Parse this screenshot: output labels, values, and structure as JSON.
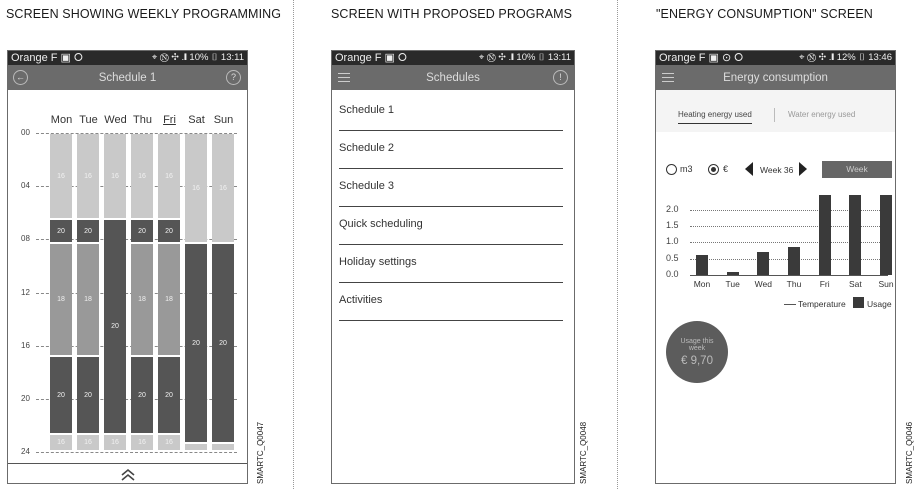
{
  "headings": {
    "left": "SCREEN SHOWING WEEKLY PROGRAMMING",
    "middle": "SCREEN WITH PROPOSED PROGRAMS",
    "right": "\"ENERGY CONSUMPTION\" SCREEN"
  },
  "codes": {
    "left": "SMARTC_Q0047",
    "middle": "SMARTC_Q0048",
    "right": "SMARTC_Q0046"
  },
  "phone1": {
    "status_left": "Orange F ▣ ⭘",
    "status_right": "⌖ Ⓝ ✣ .❙ 10% ▯ 13:11",
    "title": "Schedule 1",
    "back_glyph": "←",
    "help_glyph": "?",
    "days": [
      "Mon",
      "Tue",
      "Wed",
      "Thu",
      "Fri",
      "Sat",
      "Sun"
    ],
    "selected_day": "Fri",
    "hours": [
      "00",
      "04",
      "08",
      "12",
      "16",
      "20",
      "24"
    ],
    "footer_glyph": "⌃",
    "schedule": [
      [
        {
          "start": 0,
          "end": 6.5,
          "t": "16"
        },
        {
          "start": 6.5,
          "end": 8.3,
          "t": "20"
        },
        {
          "start": 8.3,
          "end": 16.8,
          "t": "18"
        },
        {
          "start": 16.8,
          "end": 22.6,
          "t": "20"
        },
        {
          "start": 22.6,
          "end": 23.9,
          "t": "16"
        }
      ],
      [
        {
          "start": 0,
          "end": 6.5,
          "t": "16"
        },
        {
          "start": 6.5,
          "end": 8.3,
          "t": "20"
        },
        {
          "start": 8.3,
          "end": 16.8,
          "t": "18"
        },
        {
          "start": 16.8,
          "end": 22.6,
          "t": "20"
        },
        {
          "start": 22.6,
          "end": 23.9,
          "t": "16"
        }
      ],
      [
        {
          "start": 0,
          "end": 6.5,
          "t": "16"
        },
        {
          "start": 6.5,
          "end": 22.6,
          "t": "20"
        },
        {
          "start": 22.6,
          "end": 23.9,
          "t": "16"
        }
      ],
      [
        {
          "start": 0,
          "end": 6.5,
          "t": "16"
        },
        {
          "start": 6.5,
          "end": 8.3,
          "t": "20"
        },
        {
          "start": 8.3,
          "end": 16.8,
          "t": "18"
        },
        {
          "start": 16.8,
          "end": 22.6,
          "t": "20"
        },
        {
          "start": 22.6,
          "end": 23.9,
          "t": "16"
        }
      ],
      [
        {
          "start": 0,
          "end": 6.5,
          "t": "16"
        },
        {
          "start": 6.5,
          "end": 8.3,
          "t": "20"
        },
        {
          "start": 8.3,
          "end": 16.8,
          "t": "18"
        },
        {
          "start": 16.8,
          "end": 22.6,
          "t": "20"
        },
        {
          "start": 22.6,
          "end": 23.9,
          "t": "16"
        }
      ],
      [
        {
          "start": 0,
          "end": 8.3,
          "t": "16"
        },
        {
          "start": 8.3,
          "end": 23.3,
          "t": "20"
        },
        {
          "start": 23.3,
          "end": 23.9,
          "t": "16"
        }
      ],
      [
        {
          "start": 0,
          "end": 8.3,
          "t": "16"
        },
        {
          "start": 8.3,
          "end": 23.3,
          "t": "20"
        },
        {
          "start": 23.3,
          "end": 23.9,
          "t": "16"
        }
      ]
    ]
  },
  "phone2": {
    "status_left": "Orange F ▣ ⭘",
    "status_right": "⌖ Ⓝ ✣ .❙ 10% ▯ 13:11",
    "title": "Schedules",
    "help_glyph": "!",
    "items": [
      "Schedule 1",
      "Schedule 2",
      "Schedule 3",
      "Quick scheduling",
      "Holiday settings",
      "Activities"
    ]
  },
  "phone3": {
    "status_left": "Orange F ▣ ⊙ ⭘",
    "status_right": "⌖ Ⓝ ✣ .❙ 12% ▯ 13:46",
    "title": "Energy consumption",
    "tabs": [
      "Heating energy used",
      "Water energy used"
    ],
    "unit_m3": "m3",
    "unit_eur": "€",
    "selected_unit": "€",
    "week_label": "Week 36",
    "week_button": "Week",
    "legend_temperature": "Temperature",
    "legend_usage": "Usage",
    "usage_caption": "Usage this week",
    "usage_value": "€ 9,70"
  },
  "chart_data": {
    "type": "bar",
    "categories": [
      "Mon",
      "Tue",
      "Wed",
      "Thu",
      "Fri",
      "Sat",
      "Sun"
    ],
    "series": [
      {
        "name": "Usage",
        "values": [
          0.6,
          0.1,
          0.7,
          0.85,
          2.45,
          2.45,
          2.45
        ]
      }
    ],
    "ylim": [
      0,
      2.45
    ],
    "yticks": [
      "0.0",
      "0.5",
      "1.0",
      "1.5",
      "2.0"
    ],
    "grid": true,
    "legend": "bottom-right"
  }
}
